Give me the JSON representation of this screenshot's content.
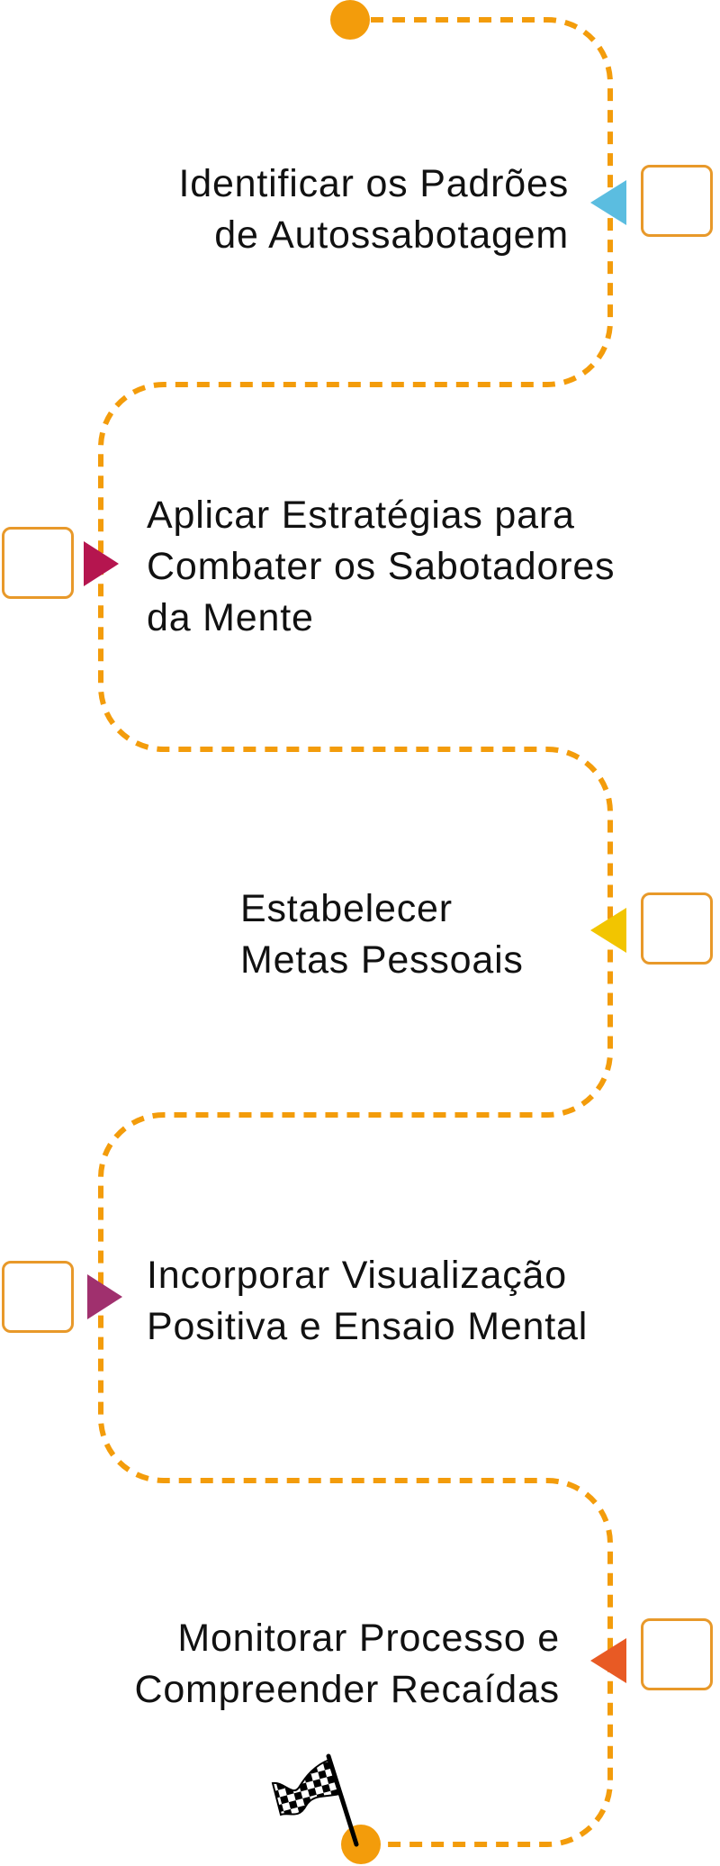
{
  "colors": {
    "path": "#f39c0b",
    "box_border": "#e8992a",
    "step1": "#5bbde0",
    "step2": "#b5154f",
    "step3": "#f2c500",
    "step4": "#a0306e",
    "step5": "#e85a24"
  },
  "steps": [
    {
      "lines": [
        "Identificar os Padrões",
        "de Autossabotagem"
      ]
    },
    {
      "lines": [
        "Aplicar Estratégias para",
        "Combater os Sabotadores",
        "da Mente"
      ]
    },
    {
      "lines": [
        "Estabelecer",
        "Metas Pessoais"
      ]
    },
    {
      "lines": [
        "Incorporar Visualização",
        "Positiva e Ensaio Mental"
      ]
    },
    {
      "lines": [
        "Monitorar Processo e",
        "Compreender Recaídas"
      ]
    }
  ],
  "icons": {
    "finish": "checkered-flag-icon",
    "start": "start-dot"
  }
}
